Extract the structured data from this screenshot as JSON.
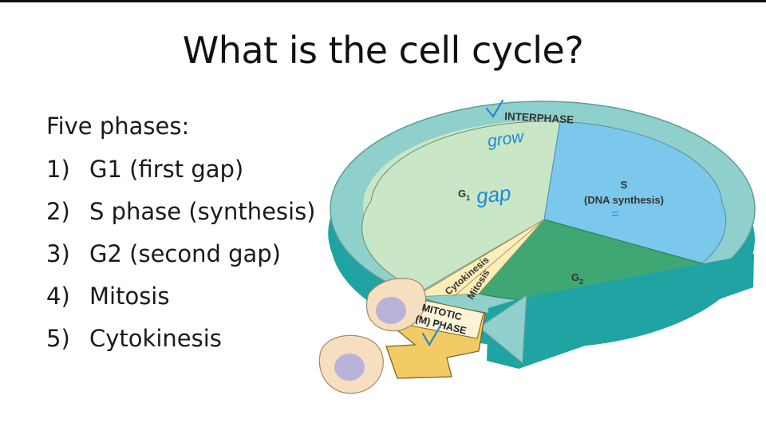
{
  "slide": {
    "title": "What is the cell cycle?"
  },
  "phase_list": {
    "intro": "Five phases:",
    "items": [
      {
        "number": "1)",
        "label": "G1 (first gap)"
      },
      {
        "number": "2)",
        "label": "S phase (synthesis)"
      },
      {
        "number": "3)",
        "label": "G2 (second gap)"
      },
      {
        "number": "4)",
        "label": "Mitosis"
      },
      {
        "number": "5)",
        "label": "Cytokinesis"
      }
    ]
  },
  "diagram": {
    "ring_label": "INTERPHASE",
    "g1": {
      "label": "G",
      "subscript": "1"
    },
    "s": {
      "label": "S",
      "sublabel": "(DNA synthesis)"
    },
    "g2": {
      "label": "G",
      "subscript": "2"
    },
    "cytokinesis": "Cytokinesis",
    "mitosis": "Mitosis",
    "mitotic_line1": "MITOTIC",
    "mitotic_line2": "(M) PHASE",
    "handwriting": {
      "grow": "grow",
      "gap": "gap",
      "equals": "="
    },
    "colors": {
      "ring_top": "#8fcfcc",
      "ring_side": "#1fa3a3",
      "g1": "#c9e6c6",
      "s": "#7cc8ec",
      "g2": "#3fa774",
      "m_wedge": "#fbeeb8",
      "arrow": "#f3cb65",
      "cell": "#f5dfbe",
      "nucleus": "#b9b3dc",
      "ink": "#1e8ad6"
    }
  }
}
